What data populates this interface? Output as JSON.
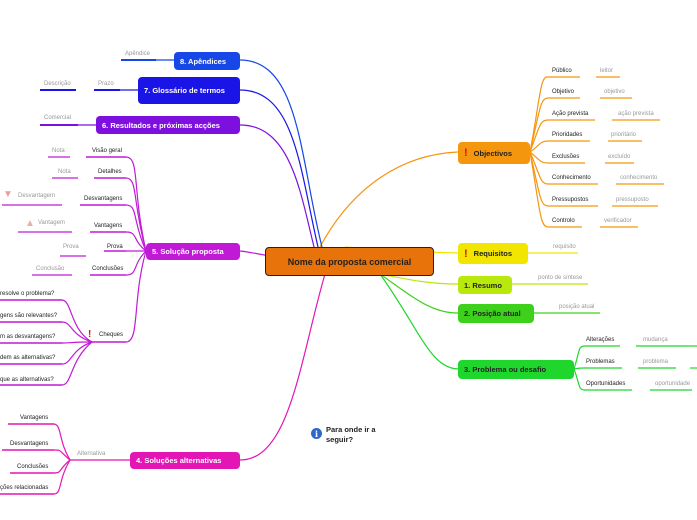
{
  "central": "Nome da proposta comercial",
  "right": {
    "objectives": {
      "title": "Objectivos",
      "items": [
        {
          "label": "Público",
          "value": "leitor"
        },
        {
          "label": "Objetivo",
          "value": "objetivo"
        },
        {
          "label": "Ação prevista",
          "value": "ação prevista"
        },
        {
          "label": "Prioridades",
          "value": "prioritário"
        },
        {
          "label": "Exclusões",
          "value": "excluído"
        },
        {
          "label": "Conhecimento",
          "value": "conhecimento"
        },
        {
          "label": "Pressupostos",
          "value": "pressuposto"
        },
        {
          "label": "Controlo",
          "value": "verificador"
        }
      ]
    },
    "requirements": {
      "title": "Requisitos",
      "value": "requisito"
    },
    "summary": {
      "title": "1. Resumo",
      "value": "ponto de síntese"
    },
    "position": {
      "title": "2. Posição atual",
      "value": "posição atual"
    },
    "problem": {
      "title": "3. Problema ou desafio",
      "items": [
        {
          "label": "Alterações",
          "value": "mudança"
        },
        {
          "label": "Problemas",
          "value": "problema"
        },
        {
          "label": "Oportunidades",
          "value": "oportunidade"
        }
      ]
    }
  },
  "left": {
    "appendices": {
      "title": "8. Apêndices",
      "value": "Apêndice"
    },
    "glossary": {
      "title": "7. Glossário de termos",
      "term": "Prazo",
      "value": "Descrição"
    },
    "results": {
      "title": "6. Resultados e próximas acções",
      "value": "Comercial"
    },
    "solution": {
      "title": "5. Solução proposta",
      "items": [
        {
          "label": "Visão geral",
          "value": "Nota"
        },
        {
          "label": "Detalhes",
          "value": "Nota"
        },
        {
          "label": "Desvantagens",
          "value": "Desvantagem"
        },
        {
          "label": "Vantagens",
          "value": "Vantagem"
        },
        {
          "label": "Prova",
          "value": "Prova"
        },
        {
          "label": "Conclusões",
          "value": "Conclusão"
        }
      ],
      "checks": {
        "title": "Cheques",
        "items": [
          "resolve o problema?",
          "gens são relevantes?",
          "m as desvantagens?",
          "dem as alternativas?",
          "que as alternativas?"
        ]
      }
    },
    "alternatives": {
      "title": "4. Soluções alternativas",
      "branch": "Alternativa",
      "items": [
        "Vantagens",
        "Desvantagens",
        "Conclusões",
        "ções relacionadas"
      ]
    }
  },
  "floating_note": "Para onde ir a seguir?",
  "colors": {
    "central": "#e8730a",
    "objectives": "#f5960f",
    "requirements": "#f2e600",
    "summary": "#b9e80c",
    "position": "#3ed11c",
    "problem": "#1fd62d",
    "appendices": "#1747e6",
    "glossary": "#1a14e6",
    "results": "#7d10de",
    "solution": "#c01ad6",
    "alternatives": "#e315b4"
  }
}
